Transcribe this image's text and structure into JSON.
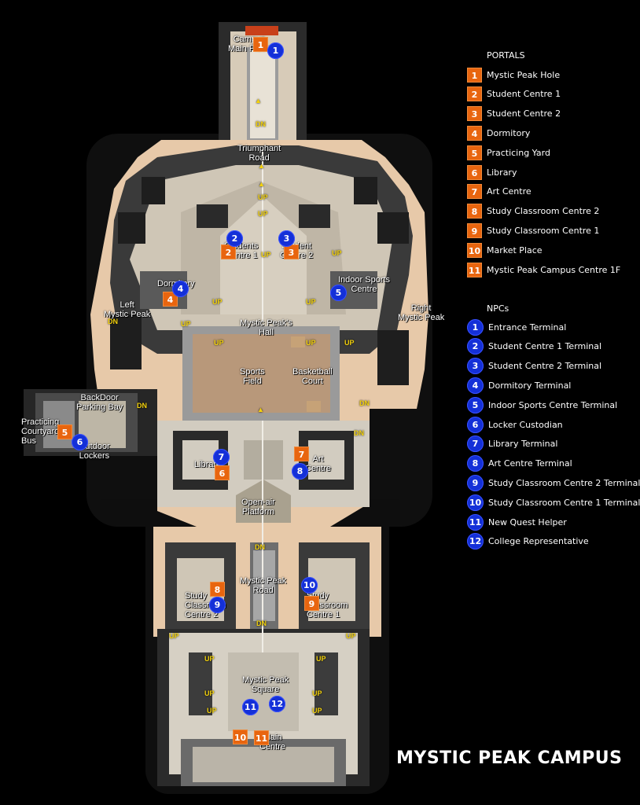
{
  "title": "MYSTIC PEAK CAMPUS",
  "legend": {
    "portals_title": "PORTALS",
    "portals": [
      {
        "num": "1",
        "label": "Mystic Peak Hole"
      },
      {
        "num": "2",
        "label": "Student Centre 1"
      },
      {
        "num": "3",
        "label": "Student Centre 2"
      },
      {
        "num": "4",
        "label": "Dormitory"
      },
      {
        "num": "5",
        "label": "Practicing Yard"
      },
      {
        "num": "6",
        "label": "Library"
      },
      {
        "num": "7",
        "label": "Art Centre"
      },
      {
        "num": "8",
        "label": "Study Classroom Centre 2"
      },
      {
        "num": "9",
        "label": "Study Classroom Centre 1"
      },
      {
        "num": "10",
        "label": "Market Place"
      },
      {
        "num": "11",
        "label": "Mystic Peak Campus Centre 1F"
      }
    ],
    "npcs_title": "NPCs",
    "npcs": [
      {
        "num": "1",
        "label": "Entrance Terminal"
      },
      {
        "num": "2",
        "label": "Student Centre 1 Terminal"
      },
      {
        "num": "3",
        "label": "Student Centre 2 Terminal"
      },
      {
        "num": "4",
        "label": "Dormitory Terminal"
      },
      {
        "num": "5",
        "label": "Indoor Sports Centre Terminal"
      },
      {
        "num": "6",
        "label": "Locker Custodian"
      },
      {
        "num": "7",
        "label": "Library Terminal"
      },
      {
        "num": "8",
        "label": "Art Centre Terminal"
      },
      {
        "num": "9",
        "label": "Study Classroom Centre 2 Terminal"
      },
      {
        "num": "10",
        "label": "Study Classroom Centre 1 Terminal"
      },
      {
        "num": "11",
        "label": "New Quest Helper"
      },
      {
        "num": "12",
        "label": "College Representative"
      }
    ]
  },
  "map_labels": {
    "campus_main_place": "Campus\nMain Place",
    "triumphant_road": "Triumphant\nRoad",
    "student_centre_1": "Students\nCentre 1",
    "student_centre_2": "Student\nCentre 2",
    "dormitory": "Dormitory",
    "indoor_sports": "Indoor Sports\nCentre",
    "left_mystic_peak": "Left\nMystic Peak",
    "right_mystic_peak": "Right\nMystic Peak",
    "mystic_peaks_hall": "Mystic Peak's\nHall",
    "sports_field": "Sports\nField",
    "basketball_court": "Basketball\nCourt",
    "backdoor_parking": "BackDoor\nParking Bay",
    "practicing_courtyard": "Practicing\nCourtyard\nBus",
    "outdoor_lockers": "Outdoor\nLockers",
    "library": "Library",
    "art_centre": "Art\nCentre",
    "open_air_platform": "Open-air\nPlatform",
    "mystic_peak_road": "Mystic Peak\nRoad",
    "study_classroom_2": "Study\nClassroom\nCentre 2",
    "study_classroom_1": "Study\nClassroom\nCentre 1",
    "mystic_peak_square": "Mystic Peak\nSquare",
    "main_centre": "Main\nCentre"
  },
  "arrow_texts": {
    "up": "UP",
    "dn": "DN"
  },
  "colors": {
    "portal": "#e8650f",
    "npc": "#1430d8",
    "floor": "#c9bfae",
    "sand": "#e8c8a8",
    "field": "#b8987a",
    "dark": "#1c1c1c",
    "arrow": "#f4d20c"
  }
}
